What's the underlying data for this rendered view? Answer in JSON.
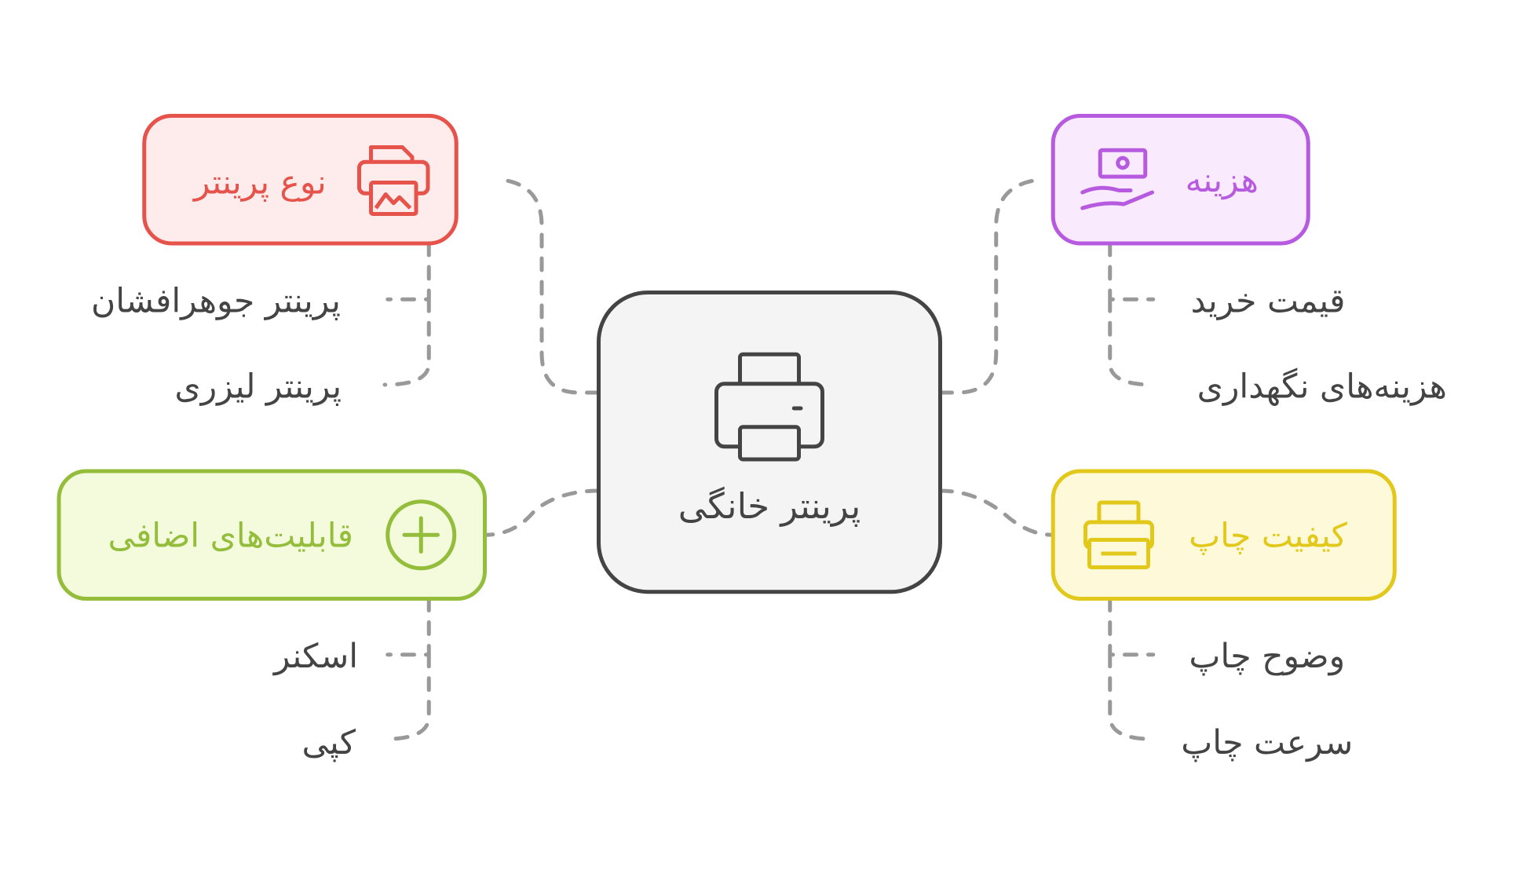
{
  "center": {
    "label": "پرینتر خانگی",
    "icon": "printer-icon"
  },
  "branches": {
    "printer_type": {
      "label": "نوع پرینتر",
      "icon": "photo-printer-icon",
      "color": "#e5534b",
      "fill": "#fdeceb",
      "items": [
        "پرینتر جوهرافشان",
        "پرینتر لیزری"
      ]
    },
    "cost": {
      "label": "هزینه",
      "icon": "money-hand-icon",
      "color": "#b65ae0",
      "fill": "#f9eafd",
      "items": [
        "قیمت خرید",
        "هزینه‌های نگهداری"
      ]
    },
    "extras": {
      "label": "قابلیت‌های اضافی",
      "icon": "plus-circle-icon",
      "color": "#93bd3a",
      "fill": "#f3fbdc",
      "items": [
        "اسکنر",
        "کپی"
      ]
    },
    "quality": {
      "label": "کیفیت چاپ",
      "icon": "printer-icon",
      "color": "#e2c81a",
      "fill": "#fefad9",
      "items": [
        "وضوح چاپ",
        "سرعت چاپ"
      ]
    }
  }
}
